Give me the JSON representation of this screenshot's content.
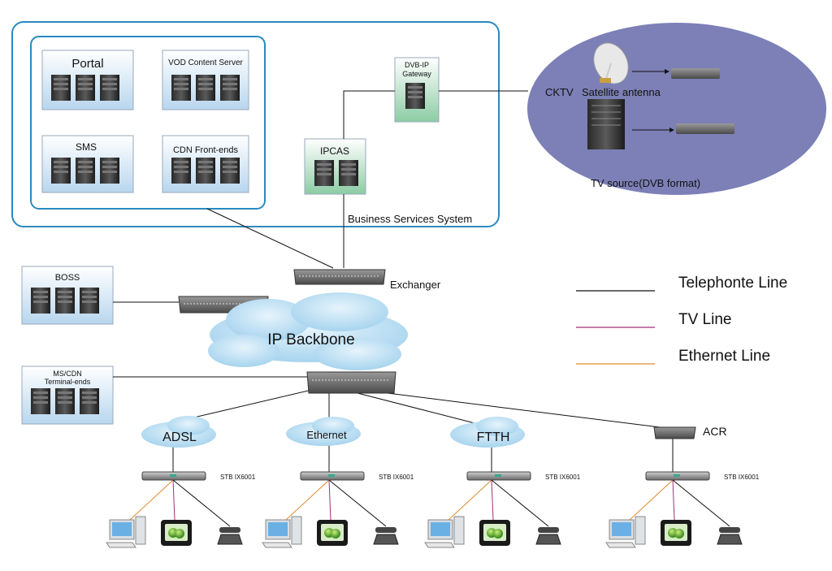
{
  "panel_title": "Business Services System",
  "groups": {
    "portal": "Portal",
    "vod": "VOD Content Server",
    "sms": "SMS",
    "cdn_front": "CDN Front-ends",
    "ipcas": "IPCAS",
    "dvb_ip_line1": "DVB-IP",
    "dvb_ip_line2": "Gateway",
    "boss": "BOSS",
    "ms_cdn_line1": "MS/CDN",
    "ms_cdn_line2": "Terminal-ends"
  },
  "tv_source": {
    "cktv": "CKTV",
    "satellite": "Satellite antenna",
    "caption": "TV source(DVB format)"
  },
  "network": {
    "exchanger": "Exchanger",
    "backbone": "IP Backbone"
  },
  "access": {
    "adsl": "ADSL",
    "ethernet": "Ethernet",
    "ftth": "FTTH",
    "acr": "ACR",
    "stb": [
      "STB IX6001",
      "STB IX6001",
      "STB IX6001",
      "STB IX6001"
    ]
  },
  "legend": [
    {
      "label": "Telephonte Line",
      "color": "#111111"
    },
    {
      "label": "TV Line",
      "color": "#a0307a"
    },
    {
      "label": "Ethernet Line",
      "color": "#e08a30"
    }
  ],
  "colors": {
    "panel_border": "#2a8ac0",
    "server_box": "#cfe4f4",
    "green_box": "#a8d8b8",
    "ellipse": "#7c80b6",
    "cloud": "#bcdff2"
  }
}
